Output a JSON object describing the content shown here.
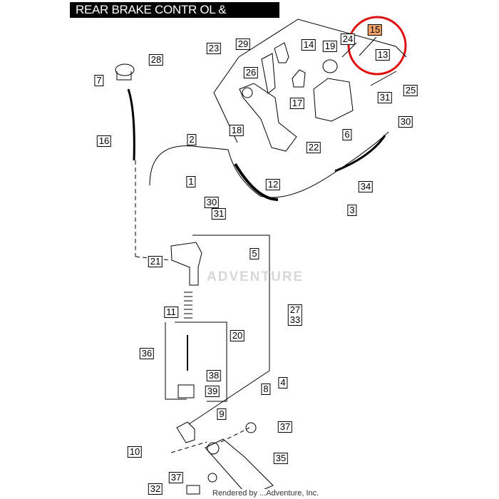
{
  "title": "REAR BRAKE CONTR OL & CALIPER",
  "watermark": "ADVENTURE",
  "footer": "Rendered by ...Adventure, Inc.",
  "highlight_color": "#f5a56a",
  "circle_color": "#e01010",
  "callouts": [
    {
      "id": "c15",
      "label": "15",
      "highlight": true
    },
    {
      "id": "c24",
      "label": "24"
    },
    {
      "id": "c13",
      "label": "13"
    },
    {
      "id": "c29",
      "label": "29"
    },
    {
      "id": "c14",
      "label": "14"
    },
    {
      "id": "c19",
      "label": "19"
    },
    {
      "id": "c23",
      "label": "23"
    },
    {
      "id": "c28",
      "label": "28"
    },
    {
      "id": "c7",
      "label": "7"
    },
    {
      "id": "c26",
      "label": "26"
    },
    {
      "id": "c25",
      "label": "25"
    },
    {
      "id": "c31a",
      "label": "31"
    },
    {
      "id": "c17",
      "label": "17"
    },
    {
      "id": "c30a",
      "label": "30"
    },
    {
      "id": "c16",
      "label": "16"
    },
    {
      "id": "c18",
      "label": "18"
    },
    {
      "id": "c6",
      "label": "6"
    },
    {
      "id": "c2",
      "label": "2"
    },
    {
      "id": "c22",
      "label": "22"
    },
    {
      "id": "c1",
      "label": "1"
    },
    {
      "id": "c12",
      "label": "12"
    },
    {
      "id": "c34",
      "label": "34"
    },
    {
      "id": "c3",
      "label": "3"
    },
    {
      "id": "c30b",
      "label": "30"
    },
    {
      "id": "c31b",
      "label": "31"
    },
    {
      "id": "c5",
      "label": "5"
    },
    {
      "id": "c21",
      "label": "21"
    },
    {
      "id": "c2733",
      "label": "27\n33"
    },
    {
      "id": "c11",
      "label": "11"
    },
    {
      "id": "c20",
      "label": "20"
    },
    {
      "id": "c36",
      "label": "36"
    },
    {
      "id": "c38",
      "label": "38"
    },
    {
      "id": "c39",
      "label": "39"
    },
    {
      "id": "c8",
      "label": "8"
    },
    {
      "id": "c4",
      "label": "4"
    },
    {
      "id": "c9",
      "label": "9"
    },
    {
      "id": "c37a",
      "label": "37"
    },
    {
      "id": "c10",
      "label": "10"
    },
    {
      "id": "c35",
      "label": "35"
    },
    {
      "id": "c37b",
      "label": "37"
    },
    {
      "id": "c32",
      "label": "32"
    }
  ]
}
